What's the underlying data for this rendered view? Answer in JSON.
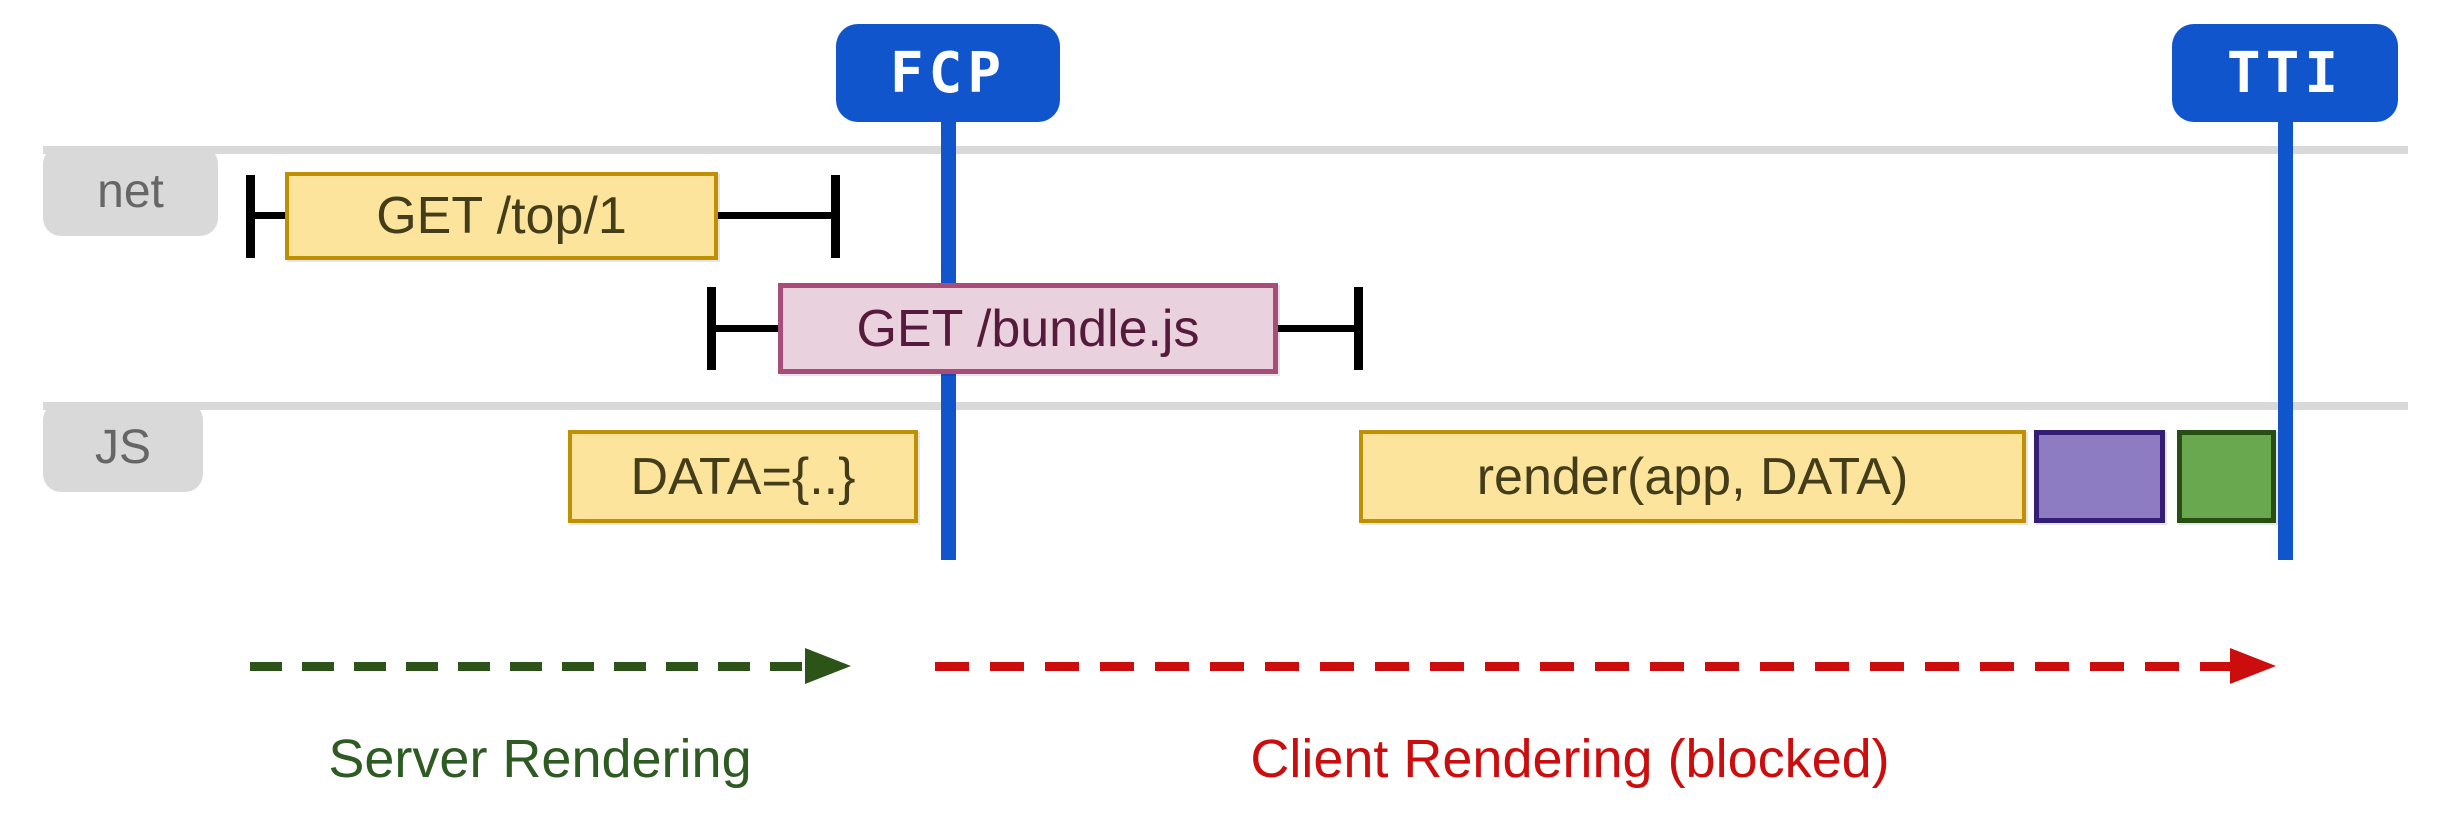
{
  "markers": {
    "fcp": {
      "label": "FCP",
      "color": "#1155cc"
    },
    "tti": {
      "label": "TTI",
      "color": "#1155cc"
    }
  },
  "lanes": {
    "net": {
      "label": "net"
    },
    "js": {
      "label": "JS"
    }
  },
  "network_requests": [
    {
      "label": "GET /top/1",
      "fill": "#fce49c",
      "border": "#bf9002"
    },
    {
      "label": "GET /bundle.js",
      "fill": "#e9d1dd",
      "border": "#a64d79"
    }
  ],
  "js_tasks": [
    {
      "label": "DATA={..}",
      "fill": "#fce49c",
      "border": "#bf9002"
    },
    {
      "label": "render(app, DATA)",
      "fill": "#fce49c",
      "border": "#bf9002"
    },
    {
      "label": "",
      "fill": "#8e7cc3",
      "border": "#351c75"
    },
    {
      "label": "",
      "fill": "#6aa84f",
      "border": "#274e13"
    }
  ],
  "phases": [
    {
      "label": "Server Rendering",
      "color": "#2d5b21"
    },
    {
      "label": "Client Rendering (blocked)",
      "color": "#cc0d0d"
    }
  ]
}
